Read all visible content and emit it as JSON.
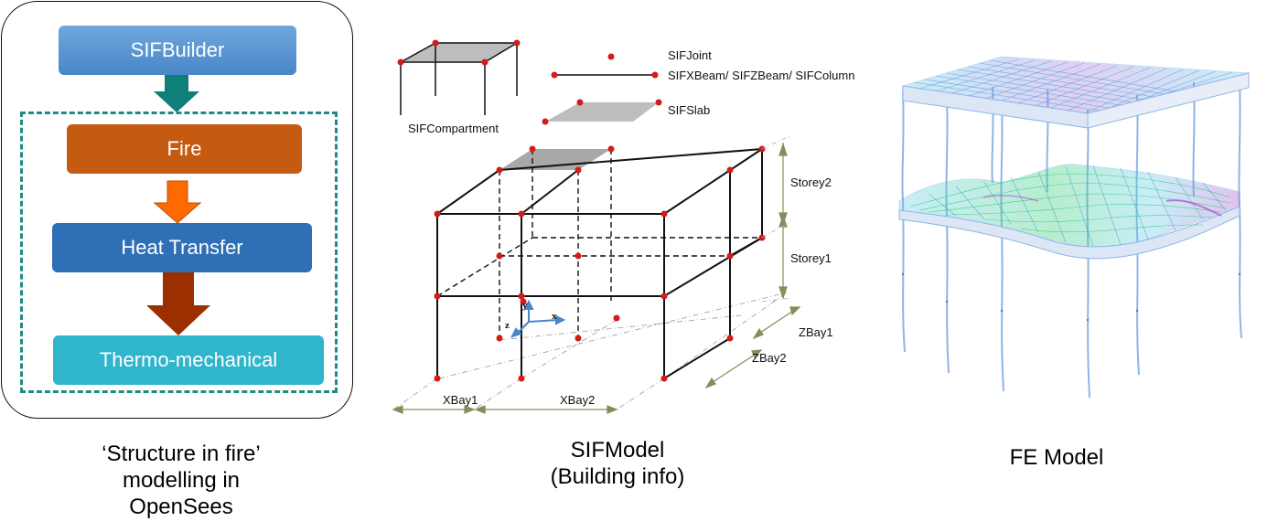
{
  "flow": {
    "builder": "SIFBuilder",
    "fire": "Fire",
    "heat_transfer": "Heat Transfer",
    "thermo": "Thermo-mechanical",
    "arrow_colors": {
      "teal": "#0f7f7a",
      "orange": "#ff6a00",
      "brown": "#9b2f00"
    }
  },
  "captions": {
    "left_lines": [
      "‘Structure in fire’",
      "modelling in",
      "OpenSees"
    ],
    "middle_lines": [
      "SIFModel",
      "(Building info)"
    ],
    "right": "FE Model"
  },
  "legend": {
    "joint": "SIFJoint",
    "beam": "SIFXBeam/ SIFZBeam/ SIFColumn",
    "slab": "SIFSlab",
    "compartment": "SIFCompartment"
  },
  "dims": {
    "storey2": "Storey2",
    "storey1": "Storey1",
    "zbay1": "ZBay1",
    "zbay2": "ZBay2",
    "xbay1": "XBay1",
    "xbay2": "XBay2"
  },
  "axes": {
    "y": "y",
    "x": "x",
    "z": "z"
  },
  "colors": {
    "joint": "#d41a1a",
    "dim_line": "#8a8a5a",
    "slab": "#a8a8a8",
    "mesh_cyan": "#66ccee",
    "mesh_green": "#33cc66",
    "mesh_purple": "#aa55cc"
  }
}
